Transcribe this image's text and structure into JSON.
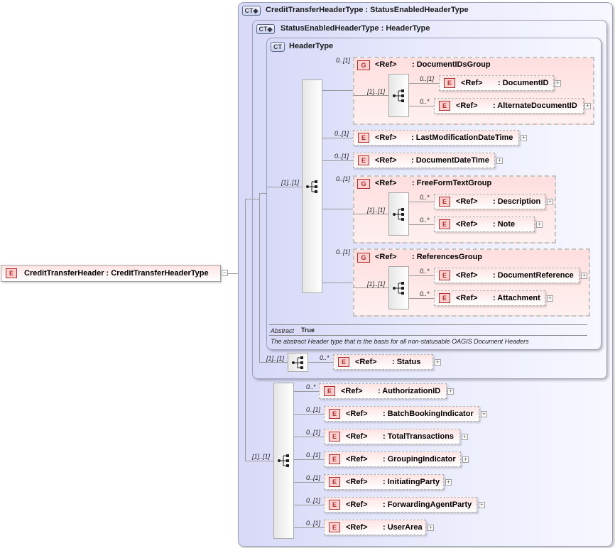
{
  "root": {
    "type_badge": "E",
    "label": "CreditTransferHeader : CreditTransferHeaderType"
  },
  "ct_outer": {
    "badge": "CT◆",
    "title": "CreditTransferHeaderType : StatusEnabledHeaderType"
  },
  "ct_status_enabled": {
    "badge": "CT◆",
    "title": "StatusEnabledHeaderType : HeaderType"
  },
  "ct_header": {
    "badge": "CT",
    "title": "HeaderType",
    "abstract_label": "Abstract",
    "abstract_value": "True",
    "documentation": "The abstract Header type that is the basis for all non-statusable OAGIS Document Headers"
  },
  "ref_prefix": "<Ref>",
  "header_items": {
    "seq_card": "[1]..[1]",
    "document_ids_group": {
      "icon": "G",
      "card": "0..[1]",
      "name": ": DocumentIDsGroup",
      "seq_card": "[1]..[1]",
      "children": [
        {
          "icon": "E",
          "card": "0..[1]",
          "name": ": DocumentID"
        },
        {
          "icon": "E",
          "card": "0..*",
          "name": ": AlternateDocumentID"
        }
      ]
    },
    "last_modification": {
      "icon": "E",
      "card": "0..[1]",
      "name": ": LastModificationDateTime"
    },
    "document_date": {
      "icon": "E",
      "card": "0..[1]",
      "name": ": DocumentDateTime"
    },
    "free_form_text_group": {
      "icon": "G",
      "card": "0..[1]",
      "name": ": FreeFormTextGroup",
      "seq_card": "[1]..[1]",
      "children": [
        {
          "icon": "E",
          "card": "0..*",
          "name": ": Description"
        },
        {
          "icon": "E",
          "card": "0..*",
          "name": ": Note"
        }
      ]
    },
    "references_group": {
      "icon": "G",
      "card": "0..[1]",
      "name": ": ReferencesGroup",
      "seq_card": "[1]..[1]",
      "children": [
        {
          "icon": "E",
          "card": "0..*",
          "name": ": DocumentReference"
        },
        {
          "icon": "E",
          "card": "0..*",
          "name": ": Attachment"
        }
      ]
    }
  },
  "status_seq": {
    "card": "[1]..[1]",
    "item": {
      "icon": "E",
      "card": "0..*",
      "name": ": Status"
    }
  },
  "credit_seq": {
    "card": "[1]..[1]",
    "items": [
      {
        "icon": "E",
        "card": "0..*",
        "name": ": AuthorizationID"
      },
      {
        "icon": "E",
        "card": "0..[1]",
        "name": ": BatchBookingIndicator"
      },
      {
        "icon": "E",
        "card": "0..[1]",
        "name": ": TotalTransactions"
      },
      {
        "icon": "E",
        "card": "0..[1]",
        "name": ": GroupingIndicator"
      },
      {
        "icon": "E",
        "card": "0..[1]",
        "name": ": InitiatingParty"
      },
      {
        "icon": "E",
        "card": "0..[1]",
        "name": ": ForwardingAgentParty"
      },
      {
        "icon": "E",
        "card": "0..[1]",
        "name": ": UserArea"
      }
    ]
  },
  "colors": {
    "ct_fill": "#d7d9f8",
    "element_fill": "#ffe3e3",
    "group_fill": "#ffdede",
    "icon_red": "#b03030"
  }
}
